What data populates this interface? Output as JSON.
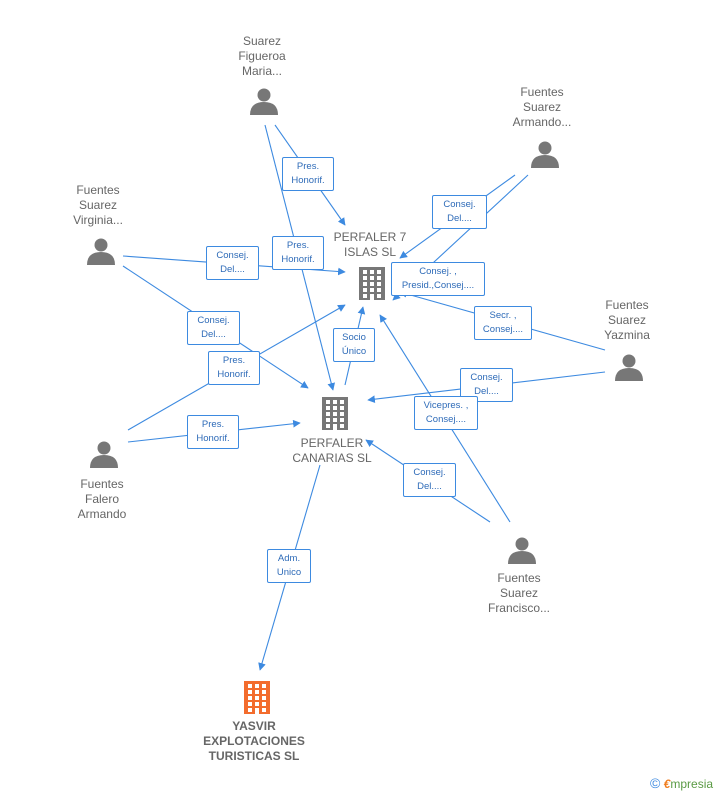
{
  "colors": {
    "edge": "#3d8ae0",
    "person": "#777777",
    "company": "#777777",
    "target": "#f36c2d"
  },
  "nodes": {
    "p_figueroa": {
      "label": "Suarez\nFigueroa\nMaria..."
    },
    "p_armando": {
      "label": "Fuentes\nSuarez\nArmando..."
    },
    "p_virginia": {
      "label": "Fuentes\nSuarez\nVirginia..."
    },
    "p_yazmina": {
      "label": "Fuentes\nSuarez\nYazmina"
    },
    "p_falero": {
      "label": "Fuentes\nFalero\nArmando"
    },
    "p_francisco": {
      "label": "Fuentes\nSuarez\nFrancisco..."
    },
    "c_islas": {
      "label": "PERFALER 7\nISLAS SL"
    },
    "c_canarias": {
      "label": "PERFALER\nCANARIAS SL"
    },
    "c_yasvir": {
      "label": "YASVIR\nEXPLOTACIONES\nTURISTICAS SL"
    }
  },
  "edges": [
    {
      "label": "Pres.\nHonorif."
    },
    {
      "label": "Pres.\nHonorif."
    },
    {
      "label": "Consej.\nDel...."
    },
    {
      "label": "Consej. ,\nPresid.,Consej...."
    },
    {
      "label": "Consej.\nDel...."
    },
    {
      "label": "Consej.\nDel...."
    },
    {
      "label": "Secr. ,\nConsej...."
    },
    {
      "label": "Consej.\nDel...."
    },
    {
      "label": "Pres.\nHonorif."
    },
    {
      "label": "Pres.\nHonorif."
    },
    {
      "label": "Vicepres. ,\nConsej...."
    },
    {
      "label": "Consej.\nDel...."
    },
    {
      "label": "Socio\nÚnico"
    },
    {
      "label": "Adm.\nUnico"
    }
  ],
  "footer": {
    "copyright": "©",
    "brand_first": "€",
    "brand_rest": "mpresia"
  }
}
